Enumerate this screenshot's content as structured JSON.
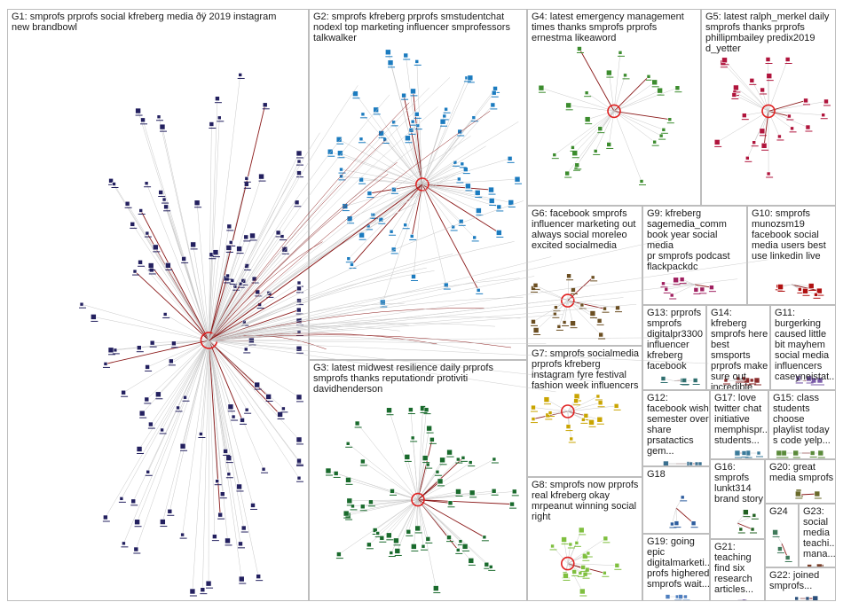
{
  "groups": [
    {
      "id": "G1",
      "lines": [
        "G1: smprofs prprofs social kfreberg media ðÿ 2019 instagram",
        "new brandbowl"
      ],
      "color": "#23205f",
      "nodes": 130
    },
    {
      "id": "G2",
      "lines": [
        "G2: smprofs kfreberg prprofs smstudentchat",
        "nodexl top marketing influencer smprofessors",
        "talkwalker"
      ],
      "color": "#1b7bbf",
      "nodes": 70
    },
    {
      "id": "G3",
      "lines": [
        "G3: latest midwest resilience daily prprofs",
        "smprofs thanks reputationdr protiviti",
        "davidhenderson"
      ],
      "color": "#196a2c",
      "nodes": 60
    },
    {
      "id": "G4",
      "lines": [
        "G4: latest emergency management",
        "times thanks smprofs prprofs",
        "ernestma likeaword"
      ],
      "color": "#3c8c2e",
      "nodes": 26
    },
    {
      "id": "G5",
      "lines": [
        "G5: latest ralph_merkel daily",
        "smprofs thanks prprofs",
        "phillipmbailey predix2019",
        "d_yetter"
      ],
      "color": "#b0143c",
      "nodes": 24
    },
    {
      "id": "G6",
      "lines": [
        "G6: facebook smprofs",
        "influencer marketing out",
        "always social moreleo",
        "excited socialmedia"
      ],
      "color": "#6b4e21",
      "nodes": 18
    },
    {
      "id": "G7",
      "lines": [
        "G7: smprofs socialmedia",
        "prprofs kfreberg",
        "instagram fyre festival",
        "fashion week influencers"
      ],
      "color": "#c9a400",
      "nodes": 16
    },
    {
      "id": "G8",
      "lines": [
        "G8: smprofs now prprofs",
        "real kfreberg okay",
        "mrpeanut winning social",
        "right"
      ],
      "color": "#7fbf3f",
      "nodes": 18
    },
    {
      "id": "G9",
      "lines": [
        "G9: kfreberg",
        "sagemedia_comm",
        "book year social media",
        "pr smprofs podcast",
        "flackpackdc"
      ],
      "color": "#a02060",
      "nodes": 8
    },
    {
      "id": "G10",
      "lines": [
        "G10: smprofs",
        "munozsm19",
        "facebook social",
        "media users best",
        "use linkedin live"
      ],
      "color": "#b01010",
      "nodes": 7
    },
    {
      "id": "G11",
      "lines": [
        "G11: burgerking",
        "caused little",
        "bit mayhem",
        "social media",
        "influencers",
        "caseyneistat..."
      ],
      "color": "#7a5ba8",
      "nodes": 5
    },
    {
      "id": "G12",
      "lines": [
        "G12:",
        "facebook wish",
        "semester over",
        "share",
        "prsatactics",
        "gem..."
      ],
      "color": "#3a6f8f",
      "nodes": 6
    },
    {
      "id": "G13",
      "lines": [
        "G13: prprofs",
        "smprofs",
        "digitalpr3300",
        "influencer",
        "kfreberg",
        "facebook"
      ],
      "color": "#2f6f6f",
      "nodes": 6
    },
    {
      "id": "G14",
      "lines": [
        "G14: kfreberg",
        "smprofs here",
        "best smsports",
        "prprofs make",
        "sure out",
        "incredible"
      ],
      "color": "#8a2a2a",
      "nodes": 6
    },
    {
      "id": "G15",
      "lines": [
        "G15: class",
        "students",
        "choose",
        "playlist today",
        "s code yelp..."
      ],
      "color": "#5a8a3a",
      "nodes": 5
    },
    {
      "id": "G16",
      "lines": [
        "G16:",
        "smprofs",
        "lunkt314",
        "brand story"
      ],
      "color": "#206020",
      "nodes": 4
    },
    {
      "id": "G17",
      "lines": [
        "G17: love",
        "twitter chat",
        "initiative",
        "memphispr...",
        "students..."
      ],
      "color": "#3a7a9a",
      "nodes": 4
    },
    {
      "id": "G18",
      "lines": [
        "G18"
      ],
      "color": "#2e5d9e",
      "nodes": 4
    },
    {
      "id": "G19",
      "lines": [
        "G19: going",
        "epic",
        "digitalmarketi...",
        "profs highered",
        "smprofs wait..."
      ],
      "color": "#4f7fbf",
      "nodes": 4
    },
    {
      "id": "G20",
      "lines": [
        "G20: great",
        "media smprofs"
      ],
      "color": "#6a6a2a",
      "nodes": 3
    },
    {
      "id": "G21",
      "lines": [
        "G21:",
        "teaching",
        "find six",
        "research",
        "articles..."
      ],
      "color": "#5e3f8e",
      "nodes": 3
    },
    {
      "id": "G22",
      "lines": [
        "G22: joined",
        "smprofs..."
      ],
      "color": "#2a4f7a",
      "nodes": 3
    },
    {
      "id": "G23",
      "lines": [
        "G23:",
        "social",
        "media",
        "teachi...",
        "mana..."
      ],
      "color": "#7a3f2a",
      "nodes": 3
    },
    {
      "id": "G24",
      "lines": [
        "G24"
      ],
      "color": "#3f7a5a",
      "nodes": 3
    }
  ],
  "colors": {
    "edge_light": "#c8c8c8",
    "edge_dark": "#8b1a1a",
    "panel_border": "#bdbdbd",
    "hub_ring": "#e02020"
  }
}
